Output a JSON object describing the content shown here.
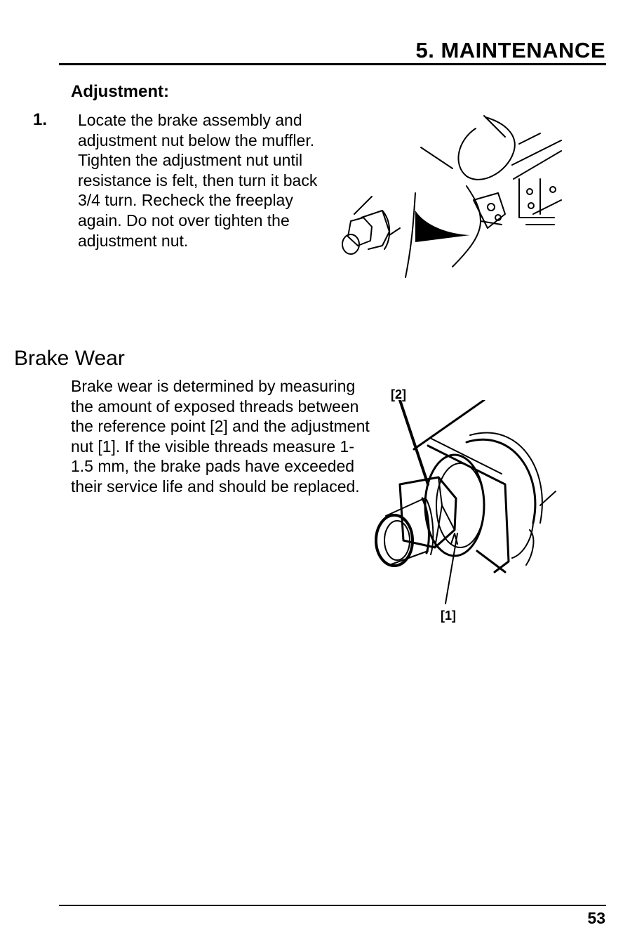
{
  "header": {
    "title": "5. MAINTENANCE"
  },
  "adjustment": {
    "heading": "Adjustment:",
    "step_number": "1.",
    "step_text": "Locate the brake assembly and adjustment nut below the muffler. Tighten the adjustment nut until resistance is felt, then turn it back 3/4 turn. Recheck the freeplay again. Do not over tighten the adjustment nut."
  },
  "brake_wear": {
    "heading": "Brake Wear",
    "body": "Brake wear is determined by measuring the amount of exposed threads between the reference point [2] and the adjustment nut [1]. If the visible threads measure 1-1.5 mm, the brake pads have exceeded their service life and should be replaced.",
    "figure_labels": {
      "reference_point": "[2]",
      "adjustment_nut": "[1]"
    }
  },
  "footer": {
    "page_number": "53"
  }
}
